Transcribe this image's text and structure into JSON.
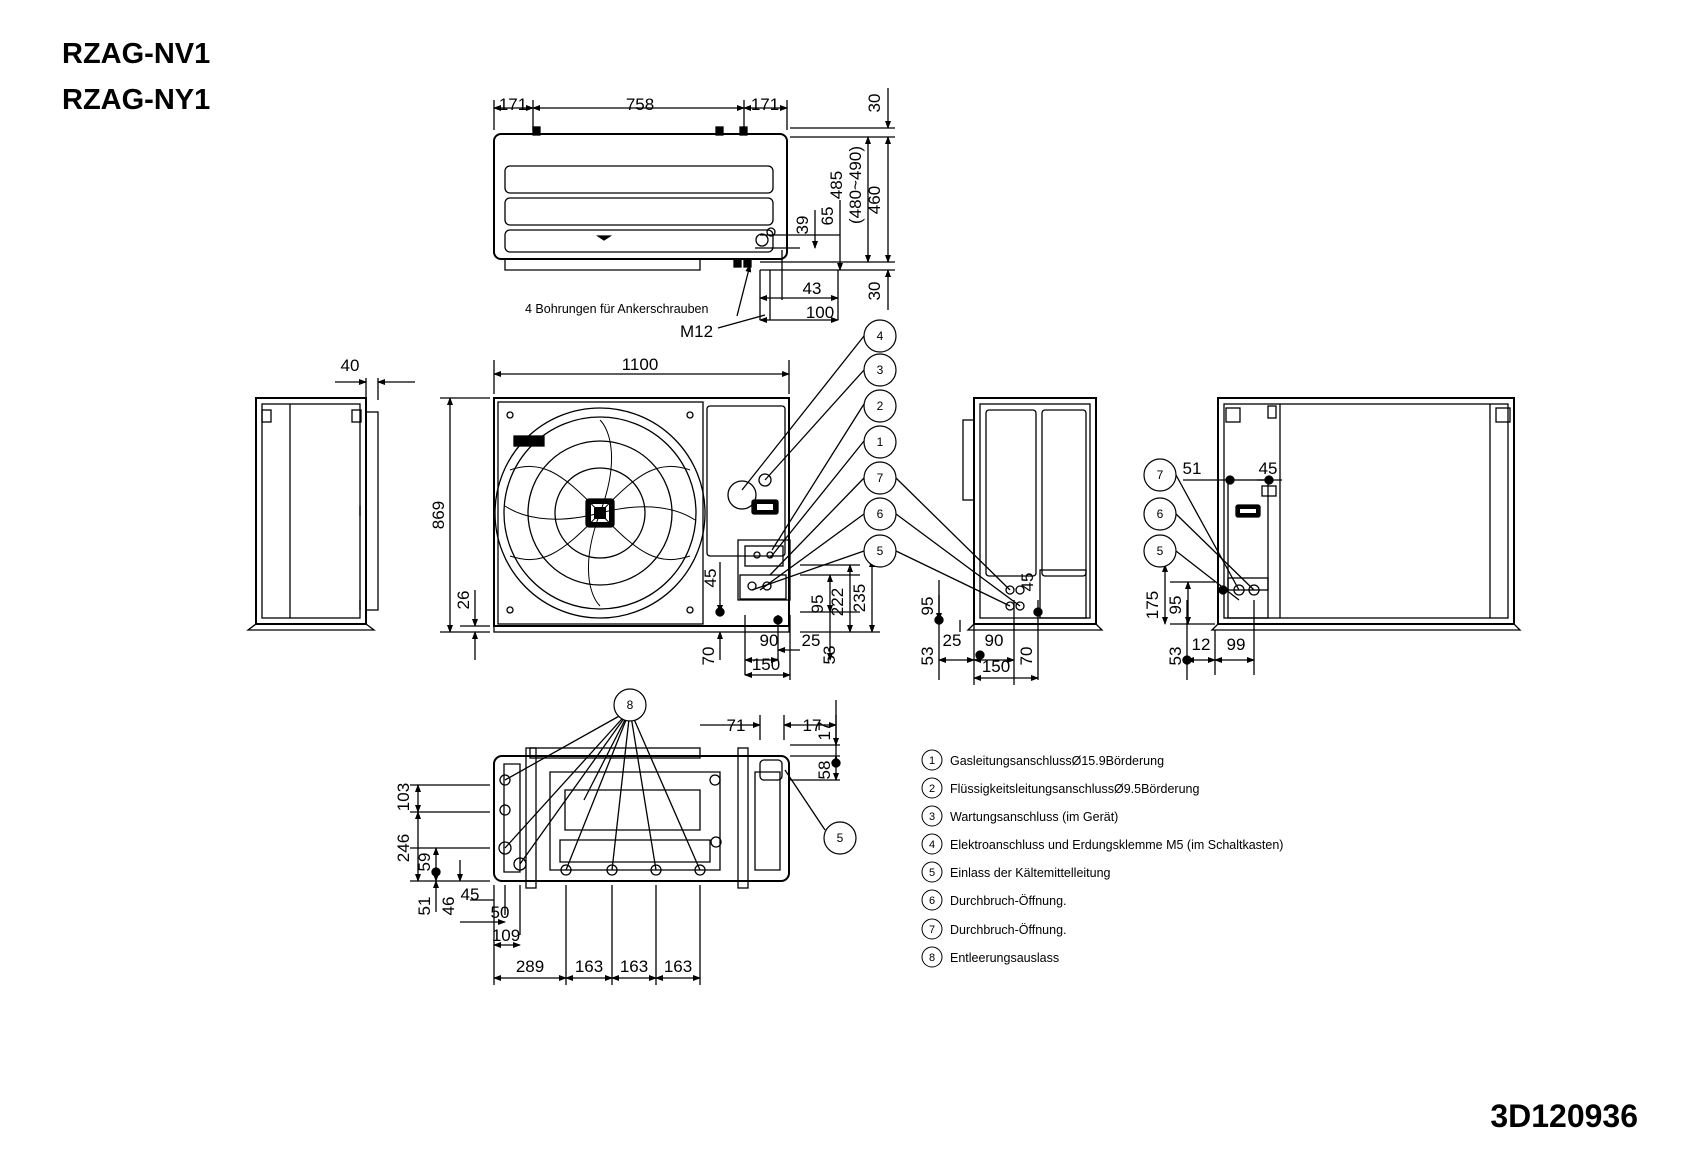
{
  "header": {
    "model_1": "RZAG-NV1",
    "model_2": "RZAG-NY1"
  },
  "document_number": "3D120936",
  "top_view": {
    "dims": {
      "w_left": "171",
      "w_mid": "758",
      "w_right": "171",
      "h_total": "485",
      "h_range": "(480~490)",
      "h_460": "460",
      "h_top": "30",
      "h_bottom": "30",
      "d_39": "39",
      "d_65": "65",
      "d_43": "43",
      "d_100": "100"
    },
    "anchor_label": "4 Bohrungen für Ankerschrauben",
    "bolt_label": "M12"
  },
  "front_view": {
    "dims": {
      "side_depth": "40",
      "width": "1100",
      "height": "869",
      "foot": "26",
      "d_45": "45",
      "d_95": "95",
      "d_222": "222",
      "d_235": "235",
      "d_70": "70",
      "d_90": "90",
      "d_25": "25",
      "d_150": "150",
      "d_53": "53"
    }
  },
  "right_side_view": {
    "dims": {
      "d_95": "95",
      "d_53": "53",
      "d_25": "25",
      "d_90": "90",
      "d_70": "70",
      "d_150": "150",
      "d_45": "45"
    }
  },
  "rear_view": {
    "dims": {
      "d_51": "51",
      "d_45": "45",
      "d_175": "175",
      "d_95": "95",
      "d_53": "53",
      "d_12": "12",
      "d_99": "99"
    }
  },
  "bottom_view": {
    "dims": {
      "d_71": "71",
      "d_17a": "17",
      "d_17b": "17",
      "d_58": "58",
      "d_103": "103",
      "d_246": "246",
      "d_59": "59",
      "d_51": "51",
      "d_46": "46",
      "d_45": "45",
      "d_50": "50",
      "d_109": "109",
      "d_289": "289",
      "d_163a": "163",
      "d_163b": "163",
      "d_163c": "163"
    }
  },
  "callouts": {
    "n1": "1",
    "n2": "2",
    "n3": "3",
    "n4": "4",
    "n5": "5",
    "n6": "6",
    "n7": "7",
    "n8": "8"
  },
  "legend": [
    {
      "num": "1",
      "text": "GasleitungsanschlussØ15.9Börderung"
    },
    {
      "num": "2",
      "text": "FlüssigkeitsleitungsanschlussØ9.5Börderung"
    },
    {
      "num": "3",
      "text": "Wartungsanschluss (im Gerät)"
    },
    {
      "num": "4",
      "text": "Elektroanschluss und Erdungsklemme M5 (im Schaltkasten)"
    },
    {
      "num": "5",
      "text": "Einlass der Kältemittelleitung"
    },
    {
      "num": "6",
      "text": "Durchbruch-Öffnung."
    },
    {
      "num": "7",
      "text": "Durchbruch-Öffnung."
    },
    {
      "num": "8",
      "text": "Entleerungsauslass"
    }
  ]
}
